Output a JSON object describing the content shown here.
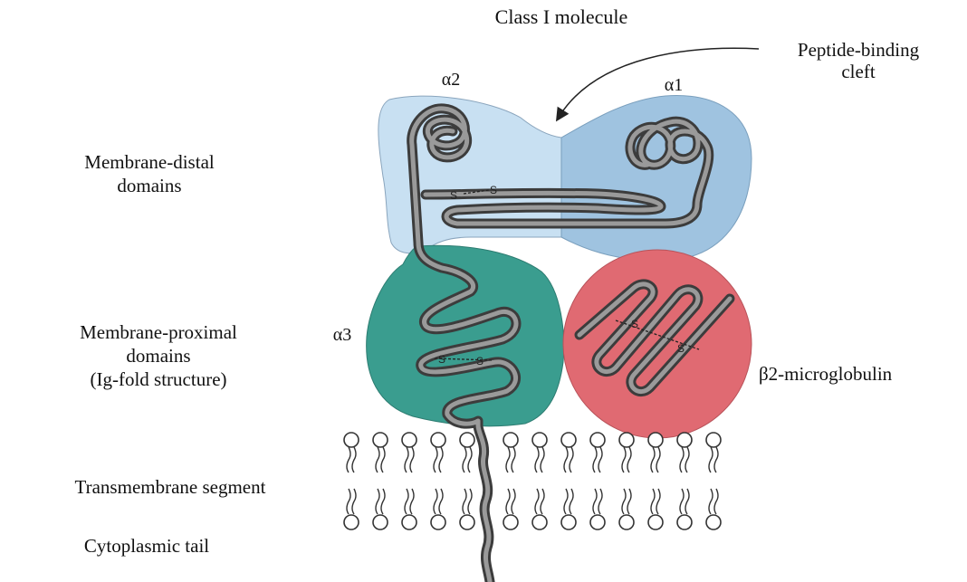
{
  "title": "Class I molecule",
  "cleft_label_line1": "Peptide-binding",
  "cleft_label_line2": "cleft",
  "domains": {
    "alpha1": "α1",
    "alpha2": "α2",
    "alpha3": "α3",
    "beta2": "β2-microglobulin"
  },
  "region_labels": {
    "distal_line1": "Membrane-distal",
    "distal_line2": "domains",
    "proximal_line1": "Membrane-proximal",
    "proximal_line2": "domains",
    "proximal_line3": "(Ig-fold structure)",
    "transmembrane": "Transmembrane segment",
    "cytoplasmic": "Cytoplasmic tail"
  },
  "disulfide": {
    "s1": "S",
    "s2": "S",
    "s3": "S",
    "s4": "S",
    "s5": "S",
    "s6": "S"
  },
  "colors": {
    "alpha2_fill": "#c8e0f2",
    "alpha1_fill": "#9fc3e0",
    "alpha3_fill": "#3a9d8f",
    "beta2_fill": "#e06a72",
    "strand": "#3c3c3c"
  }
}
